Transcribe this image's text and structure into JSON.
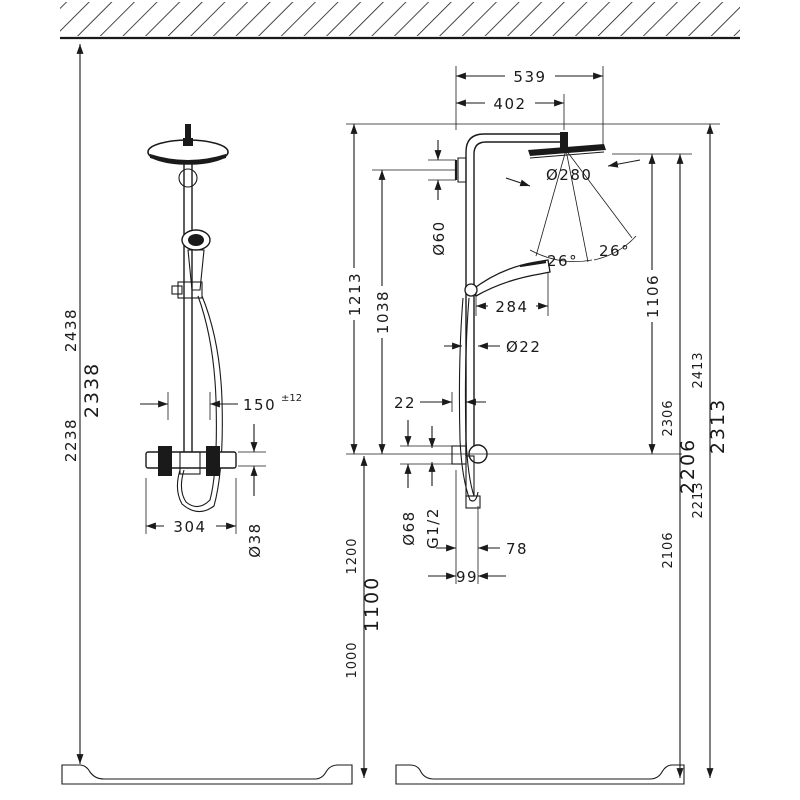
{
  "left_view": {
    "height_max": "2438",
    "height_nominal": "2338",
    "height_min": "2238",
    "wall_distance": "150",
    "wall_distance_tol": "±12",
    "width": "304",
    "diameter_bar": "Ø38"
  },
  "right_view": {
    "head_reach": "539",
    "arm_reach": "402",
    "head_diameter": "Ø280",
    "holder_diameter": "Ø60",
    "spray_angle_a": "26°",
    "spray_angle_b": "26°",
    "hand_shower_length": "284",
    "pipe_diameter": "Ø22",
    "offset_22": "22",
    "rail_height": "1213",
    "rail_height_sub": "1038",
    "head_height_right": "1106",
    "thermostat_diameter": "Ø68",
    "thread": "G1/2",
    "depth_78": "78",
    "depth_99": "99",
    "install_height_max": "1200",
    "install_height_nominal": "1100",
    "install_height_min": "1000",
    "total_high_left": "2306",
    "total_high_mid": "2206",
    "total_high_low": "2106",
    "total_right_max": "2413",
    "total_right_nominal": "2313",
    "total_right_min": "2213"
  }
}
